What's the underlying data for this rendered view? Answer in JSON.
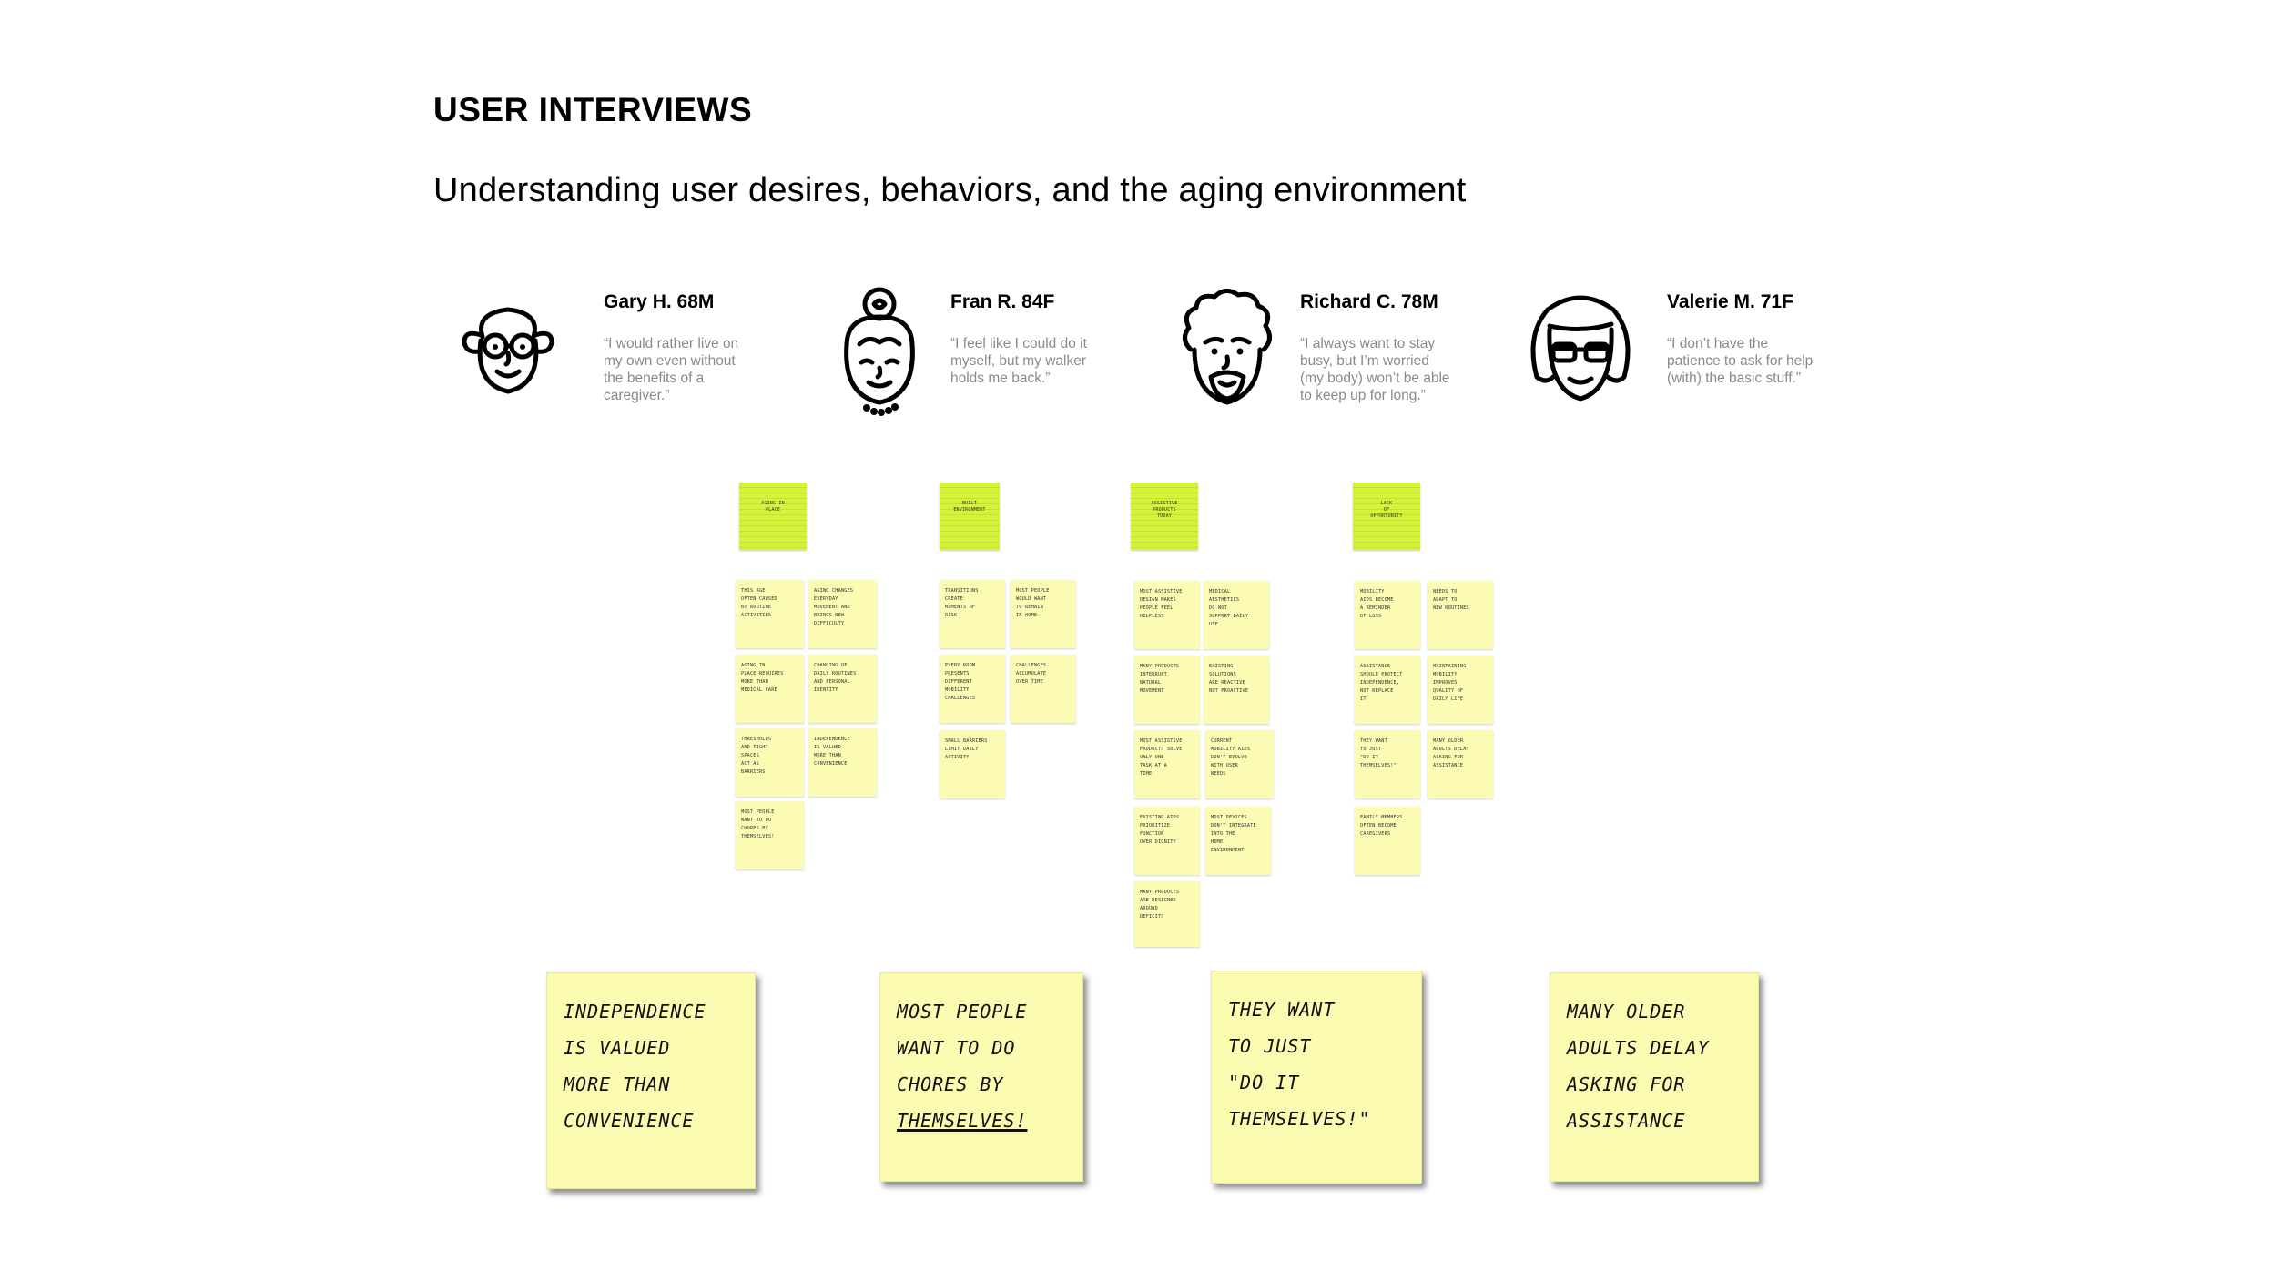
{
  "header": {
    "title": "USER INTERVIEWS",
    "subtitle": "Understanding user desires, behaviors, and the aging environment"
  },
  "personas": [
    {
      "name": "Gary H. 68M",
      "quote": "“I would rather live on\nmy own even without\nthe benefits of a\ncaregiver.”",
      "icon": "elderly-man-glasses-icon"
    },
    {
      "name": "Fran R. 84F",
      "quote": "“I feel like I could do it\nmyself, but my walker\nholds me back.”",
      "icon": "elderly-woman-bun-icon"
    },
    {
      "name": "Richard C. 78M",
      "quote": "“I always want to stay\nbusy, but I’m worried\n(my body) won’t be able\nto keep up for long.”",
      "icon": "elderly-man-curly-hair-icon"
    },
    {
      "name": "Valerie M. 71F",
      "quote": "“I don’t have the\npatience to ask for help\n(with) the basic stuff.”",
      "icon": "elderly-woman-glasses-icon"
    }
  ],
  "affinity_groups": [
    {
      "header": "AGING IN\nPLACE",
      "notes": [
        "THIS AGE\nOFTEN CAUSED\nBY ROUTINE\nACTIVITIES",
        "AGING CHANGES\nEVERYDAY\nMOVEMENT AND\nBRINGS NEW\nDIFFICULTY",
        "AGING IN\nPLACE REQUIRES\nMORE THAN\nMEDICAL CARE",
        "CHANGING OF\nDAILY ROUTINES\nAND PERSONAL\nIDENTITY",
        "THRESHOLDS\nAND TIGHT\nSPACES\nACT AS\nBARRIERS",
        "INDEPENDENCE\nIS VALUED\nMORE THAN\nCONVENIENCE",
        "MOST PEOPLE\nWANT TO DO\nCHORES BY\nTHEMSELVES!"
      ]
    },
    {
      "header": "BUILT\nENVIRONMENT",
      "notes": [
        "TRANSITIONS\nCREATE\nMOMENTS OF\nRISK",
        "MOST PEOPLE\nWOULD WANT\nTO REMAIN\nIN HOME",
        "EVERY ROOM\nPRESENTS\nDIFFERENT\nMOBILITY\nCHALLENGES",
        "CHALLENGES\nACCUMULATE\nOVER TIME",
        "SMALL BARRIERS\nLIMIT DAILY\nACTIVITY"
      ]
    },
    {
      "header": "ASSISTIVE\nPRODUCTS\nTODAY",
      "notes": [
        "MOST ASSISTIVE\nDESIGN MAKES\nPEOPLE FEEL\nHELPLESS",
        "MEDICAL\nAESTHETICS\nDO NOT\nSUPPORT DAILY\nUSE",
        "MANY PRODUCTS\nINTERRUPT\nNATURAL\nMOVEMENT",
        "EXISTING\nSOLUTIONS\nARE REACTIVE\nNOT PROACTIVE",
        "MOST ASSISTIVE\nPRODUCTS SOLVE\nONLY ONE\nTASK AT A\nTIME",
        "CURRENT\nMOBILITY AIDS\nDON'T EVOLVE\nWITH USER\nNEEDS",
        "EXISTING AIDS\nPRIORITIZE\nFUNCTION\nOVER DIGNITY",
        "MOST DEVICES\nDON'T INTEGRATE\nINTO THE\nHOME\nENVIRONMENT",
        "MANY PRODUCTS\nARE DESIGNED\nAROUND\nDEFICITS"
      ]
    },
    {
      "header": "LACK\nOF\nOPPORTUNITY",
      "notes": [
        "MOBILITY\nAIDS BECOME\nA REMINDER\nOF LOSS",
        "NEEDS TO\nADAPT TO\nNEW ROUTINES",
        "ASSISTANCE\nSHOULD PROTECT\nINDEPENDENCE,\nNOT REPLACE\nIT",
        "MAINTAINING\nMOBILITY\nIMPROVES\nQUALITY OF\nDAILY LIFE",
        "THEY WANT\nTO JUST\n\"DO IT\nTHEMSELVES!\"",
        "MANY OLDER\nADULTS DELAY\nASKING FOR\nASSISTANCE",
        "FAMILY MEMBERS\nOFTEN BECOME\nCAREGIVERS"
      ]
    }
  ],
  "insights": [
    {
      "text": "INDEPENDENCE\nIS VALUED\nMORE THAN\nCONVENIENCE"
    },
    {
      "text": "MOST PEOPLE\nWANT TO DO\nCHORES BY",
      "underlined": "THEMSELVES!"
    },
    {
      "text": "THEY WANT\nTO JUST\n\"DO IT\nTHEMSELVES!\""
    },
    {
      "text": "MANY OLDER\nADULTS DELAY\nASKING FOR\nASSISTANCE"
    }
  ],
  "colors": {
    "sticky_yellow": "#fbfbb4",
    "header_green": "#d6f23a",
    "quote_gray": "#8a8a8a"
  }
}
